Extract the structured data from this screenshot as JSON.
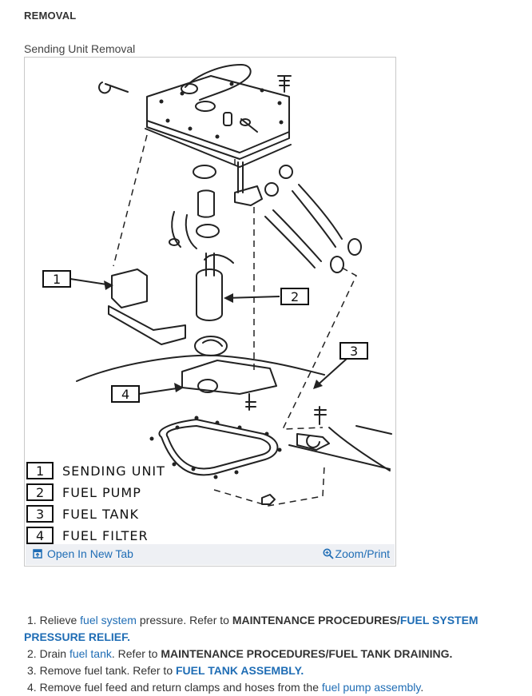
{
  "section_title": "REMOVAL",
  "figure": {
    "caption": "Sending Unit Removal",
    "callouts": [
      "1",
      "2",
      "3",
      "4"
    ],
    "legend": [
      {
        "num": "1",
        "label": "SENDING UNIT"
      },
      {
        "num": "2",
        "label": "FUEL PUMP"
      },
      {
        "num": "3",
        "label": "FUEL TANK"
      },
      {
        "num": "4",
        "label": "FUEL FILTER"
      }
    ],
    "open_new_tab": "Open In New Tab",
    "zoom_print": "Zoom/Print"
  },
  "steps": [
    {
      "num": "1.",
      "parts": [
        {
          "t": "Relieve ",
          "k": "text"
        },
        {
          "t": "fuel system",
          "k": "link"
        },
        {
          "t": " pressure. Refer to ",
          "k": "text"
        },
        {
          "t": "MAINTENANCE PROCEDURES/",
          "k": "ref"
        },
        {
          "t": "FUEL SYSTEM PRESSURE RELIEF.",
          "k": "reflink"
        }
      ]
    },
    {
      "num": "2.",
      "parts": [
        {
          "t": "Drain ",
          "k": "text"
        },
        {
          "t": "fuel tank",
          "k": "link"
        },
        {
          "t": ". Refer to ",
          "k": "text"
        },
        {
          "t": "MAINTENANCE PROCEDURES/FUEL TANK DRAINING.",
          "k": "ref"
        }
      ]
    },
    {
      "num": "3.",
      "parts": [
        {
          "t": "Remove fuel tank. Refer to ",
          "k": "text"
        },
        {
          "t": "FUEL TANK ASSEMBLY.",
          "k": "reflink"
        }
      ]
    },
    {
      "num": "4.",
      "parts": [
        {
          "t": "Remove fuel feed and return clamps and hoses from the ",
          "k": "text"
        },
        {
          "t": "fuel pump assembly",
          "k": "link"
        },
        {
          "t": ".",
          "k": "text"
        }
      ]
    }
  ],
  "colors": {
    "link": "#1f6db5",
    "toolbar_bg": "#eef0f4",
    "text": "#333333"
  },
  "icons": {
    "open_tab": "open-in-new-tab-icon",
    "zoom": "zoom-magnifier-icon"
  }
}
